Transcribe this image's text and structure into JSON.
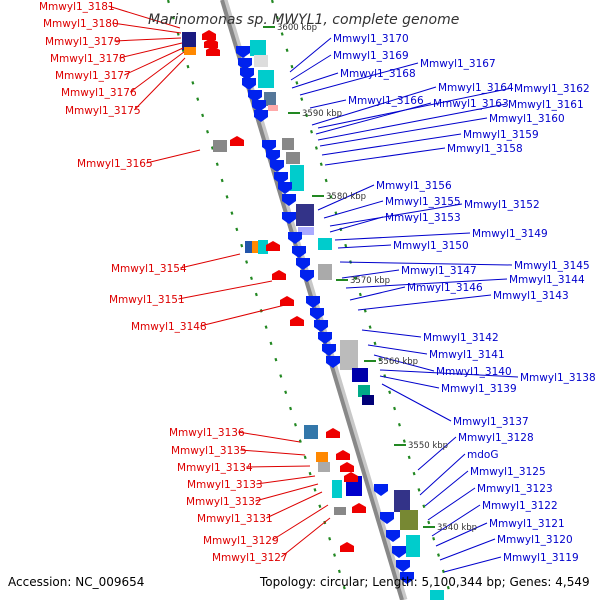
{
  "title": "Marinomonas sp. MWYL1, complete genome",
  "accession": "Accession: NC_009654",
  "topology": "Topology: circular; Length: 5,100,344 bp; Genes: 4,549",
  "scale_labels": [
    "3600 kbp",
    "3590 kbp",
    "3580 kbp",
    "3570 kbp",
    "3560 kbp",
    "3550 kbp",
    "3540 kbp"
  ],
  "left_labels": [
    "Mmwyl1_3181",
    "Mmwyl1_3180",
    "Mmwyl1_3179",
    "Mmwyl1_3178",
    "Mmwyl1_3177",
    "Mmwyl1_3176",
    "Mmwyl1_3175",
    "Mmwyl1_3165",
    "Mmwyl1_3154",
    "Mmwyl1_3151",
    "Mmwyl1_3148",
    "Mmwyl1_3136",
    "Mmwyl1_3135",
    "Mmwyl1_3134",
    "Mmwyl1_3133",
    "Mmwyl1_3132",
    "Mmwyl1_3131",
    "Mmwyl1_3129",
    "Mmwyl1_3127"
  ],
  "right_labels": [
    "Mmwyl1_3170",
    "Mmwyl1_3169",
    "Mmwyl1_3168",
    "Mmwyl1_3167",
    "Mmwyl1_3166",
    "Mmwyl1_3164",
    "Mmwyl1_3162",
    "Mmwyl1_3163",
    "Mmwyl1_3161",
    "Mmwyl1_3160",
    "Mmwyl1_3159",
    "Mmwyl1_3158",
    "Mmwyl1_3156",
    "Mmwyl1_3155",
    "Mmwyl1_3152",
    "Mmwyl1_3153",
    "Mmwyl1_3149",
    "Mmwyl1_3150",
    "Mmwyl1_3145",
    "Mmwyl1_3147",
    "Mmwyl1_3144",
    "Mmwyl1_3146",
    "Mmwyl1_3143",
    "Mmwyl1_3142",
    "Mmwyl1_3141",
    "Mmwyl1_3140",
    "Mmwyl1_3138",
    "Mmwyl1_3139",
    "Mmwyl1_3137",
    "Mmwyl1_3128",
    "mdoG",
    "Mmwyl1_3125",
    "Mmwyl1_3123",
    "Mmwyl1_3122",
    "Mmwyl1_3121",
    "Mmwyl1_3120",
    "Mmwyl1_3119"
  ],
  "colors": {
    "left_label": "#dd0000",
    "right_label": "#0000cc",
    "backbone": "#888888",
    "dotted_track": "#228822"
  }
}
